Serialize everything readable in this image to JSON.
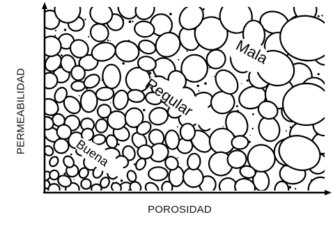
{
  "axes": {
    "y_label": "PERMEABILIDAD",
    "x_label": "POROSIDAD"
  },
  "zones": [
    {
      "label": "Mala"
    },
    {
      "label": "Regular"
    },
    {
      "label": "Buena"
    }
  ],
  "colors": {
    "ink": "#000000",
    "paper": "#ffffff"
  }
}
